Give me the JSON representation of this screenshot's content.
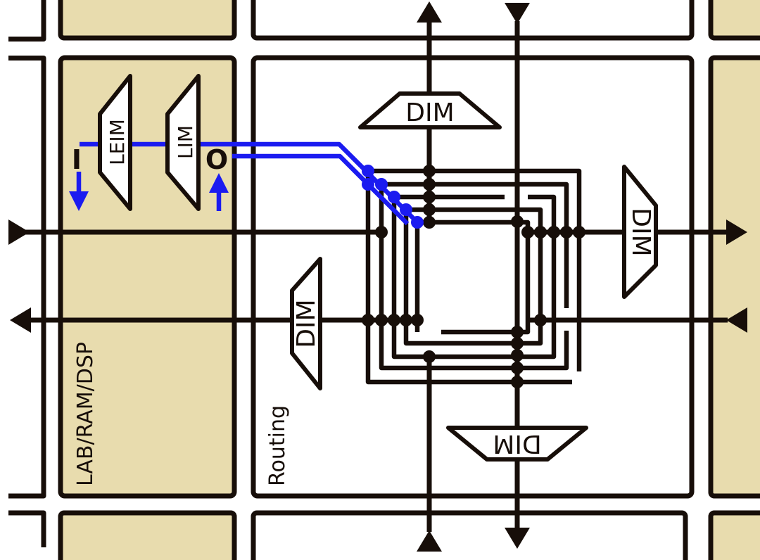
{
  "colors": {
    "background": "#ffffff",
    "line": "#170e09",
    "block_fill": "#e8dcae",
    "highlight_blue": "#1b1bf0"
  },
  "tiles": {
    "lab_label": "LAB/RAM/DSP",
    "routing_label": "Routing"
  },
  "muxes": {
    "leim_label": "LEIM",
    "lim_label": "LIM",
    "dim_top_label": "DIM",
    "dim_right_label": "DIM",
    "dim_bottom_label": "DIM",
    "dim_left_label": "DIM"
  },
  "ports": {
    "input_label": "I",
    "output_label": "O"
  },
  "icons": {
    "arrow_right": "wire-arrow-right-icon",
    "arrow_left": "wire-arrow-left-icon",
    "arrow_up": "wire-arrow-up-icon",
    "arrow_down": "wire-arrow-down-icon",
    "junction": "junction-dot"
  }
}
